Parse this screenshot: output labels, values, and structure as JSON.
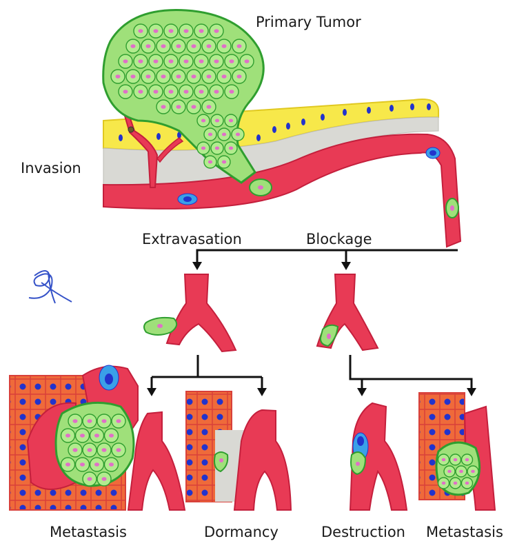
{
  "labels": {
    "primary_tumor": "Primary Tumor",
    "invasion": "Invasion",
    "extravasation": "Extravasation",
    "blockage": "Blockage",
    "metastasis_left": "Metastasis",
    "dormancy": "Dormancy",
    "destruction": "Destruction",
    "metastasis_right": "Metastasis"
  },
  "colors": {
    "tumor_cell": "#9fe07a",
    "tumor_outline": "#2f9e2f",
    "nucleus_tumor": "#e070c8",
    "vessel": "#e83a55",
    "vessel_dark": "#c41f3c",
    "epithelium": "#f7e84a",
    "stroma": "#d9d9d4",
    "nucleus_blue": "#2233cc",
    "tissue_cell": "#ef6a3a",
    "immune_cell": "#3aa0e8",
    "arrow": "#111111"
  }
}
